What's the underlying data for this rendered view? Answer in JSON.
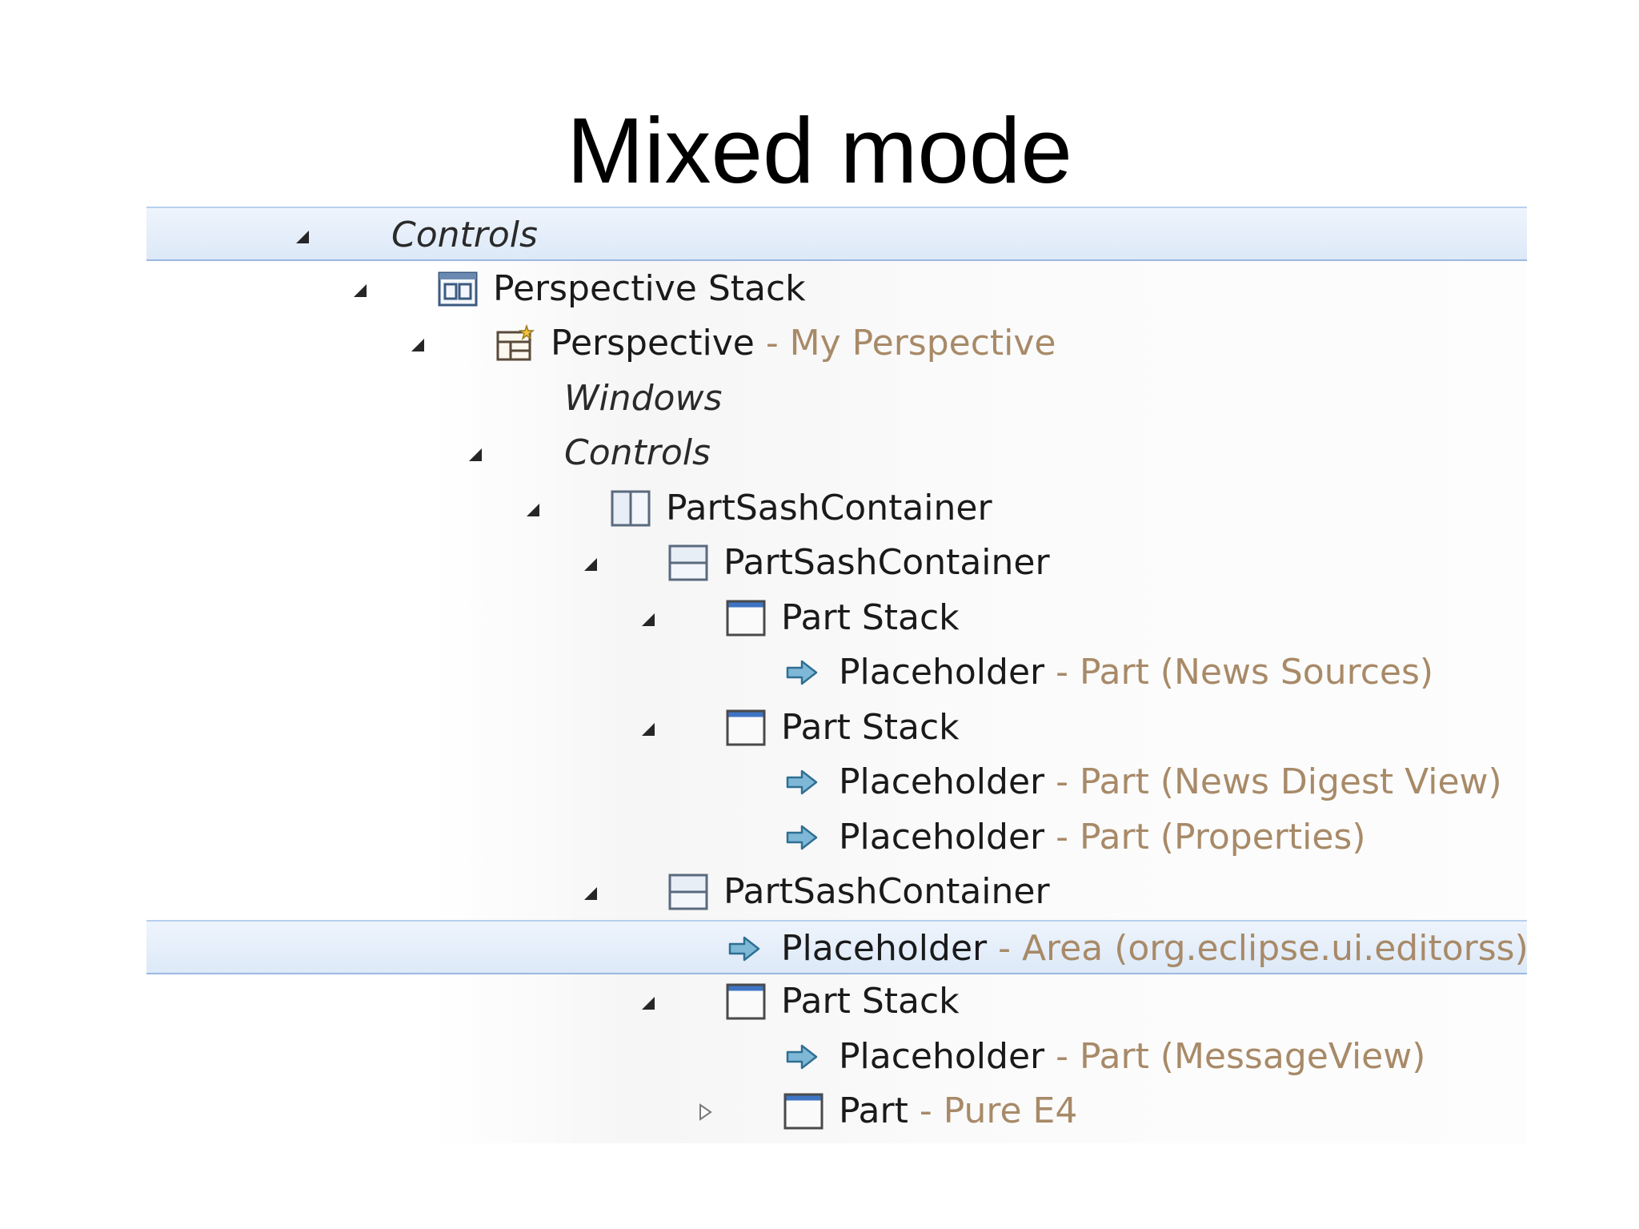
{
  "title": "Mixed mode",
  "colors": {
    "detail": "#a88a68",
    "selection": "#dde9f8"
  },
  "tree": [
    {
      "label": "Controls",
      "italic": true,
      "depth": 0,
      "twisty": "expanded",
      "icon": "none",
      "highlighted": true
    },
    {
      "label": "Perspective Stack",
      "depth": 1,
      "twisty": "expanded",
      "icon": "perspective-stack-icon"
    },
    {
      "label": "Perspective",
      "detail": " - My Perspective",
      "depth": 2,
      "twisty": "expanded",
      "icon": "perspective-icon"
    },
    {
      "label": "Windows",
      "italic": true,
      "depth": 3,
      "twisty": "none",
      "icon": "none"
    },
    {
      "label": "Controls",
      "italic": true,
      "depth": 3,
      "twisty": "expanded",
      "icon": "none"
    },
    {
      "label": "PartSashContainer",
      "depth": 4,
      "twisty": "expanded",
      "icon": "sash-vertical-icon"
    },
    {
      "label": "PartSashContainer",
      "depth": 5,
      "twisty": "expanded",
      "icon": "sash-horizontal-icon"
    },
    {
      "label": "Part Stack",
      "depth": 6,
      "twisty": "expanded",
      "icon": "part-stack-icon"
    },
    {
      "label": "Placeholder",
      "detail": " - Part (News Sources)",
      "depth": 7,
      "twisty": "none",
      "icon": "placeholder-arrow-icon"
    },
    {
      "label": "Part Stack",
      "depth": 6,
      "twisty": "expanded",
      "icon": "part-stack-icon"
    },
    {
      "label": "Placeholder",
      "detail": " - Part (News Digest View)",
      "depth": 7,
      "twisty": "none",
      "icon": "placeholder-arrow-icon"
    },
    {
      "label": "Placeholder",
      "detail": " - Part (Properties)",
      "depth": 7,
      "twisty": "none",
      "icon": "placeholder-arrow-icon"
    },
    {
      "label": "PartSashContainer",
      "depth": 5,
      "twisty": "expanded",
      "icon": "sash-horizontal-icon"
    },
    {
      "label": "Placeholder",
      "detail": " - Area (org.eclipse.ui.editorss)",
      "depth": 6,
      "twisty": "none",
      "icon": "placeholder-arrow-icon",
      "highlighted": true
    },
    {
      "label": "Part Stack",
      "depth": 6,
      "twisty": "expanded",
      "icon": "part-stack-icon"
    },
    {
      "label": "Placeholder",
      "detail": " - Part (MessageView)",
      "depth": 7,
      "twisty": "none",
      "icon": "placeholder-arrow-icon"
    },
    {
      "label": "Part",
      "detail": " - Pure E4",
      "depth": 7,
      "twisty": "collapsed",
      "icon": "part-icon"
    }
  ]
}
